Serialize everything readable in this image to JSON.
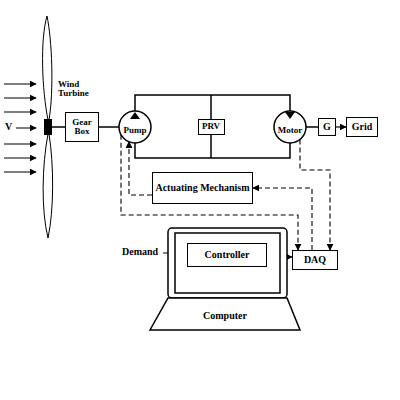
{
  "diagram": {
    "nodes": [
      {
        "text": [
          "Gear Box"
        ]
      },
      {
        "text": [
          "Pump"
        ]
      },
      {
        "text": [
          "PRV"
        ]
      },
      {
        "text": [
          "Motor"
        ]
      },
      {
        "text": [
          "G"
        ]
      },
      {
        "text": [
          "Grid"
        ]
      },
      {
        "text": [
          "Actuating Mechanism"
        ]
      },
      {
        "text": [
          "Computer"
        ]
      },
      {
        "text": [
          "Controller"
        ],
        "in": 7
      },
      {
        "text": [
          "DAQ"
        ]
      }
    ],
    "edges": [
      {
        "from": 0,
        "to": 1,
        "arrow": "none"
      },
      {
        "from": 1,
        "to": 3,
        "arrow": "none"
      },
      {
        "from": 1,
        "to": 3,
        "arrow": "none"
      },
      {
        "from": 3,
        "to": 4,
        "arrow": "none"
      },
      {
        "from": 4,
        "to": 5,
        "arrow": "to"
      },
      {
        "from": 6,
        "to": 1,
        "arrow": "to"
      },
      {
        "from": 1,
        "to": 9,
        "arrow": "to"
      },
      {
        "from": 9,
        "to": 6,
        "arrow": "to"
      },
      {
        "from": 3,
        "to": 9,
        "arrow": "to"
      },
      {
        "from": 9,
        "to": 8,
        "arrow": "both"
      }
    ],
    "labels": [
      "Wind Turbine",
      "V",
      "Demand"
    ]
  }
}
